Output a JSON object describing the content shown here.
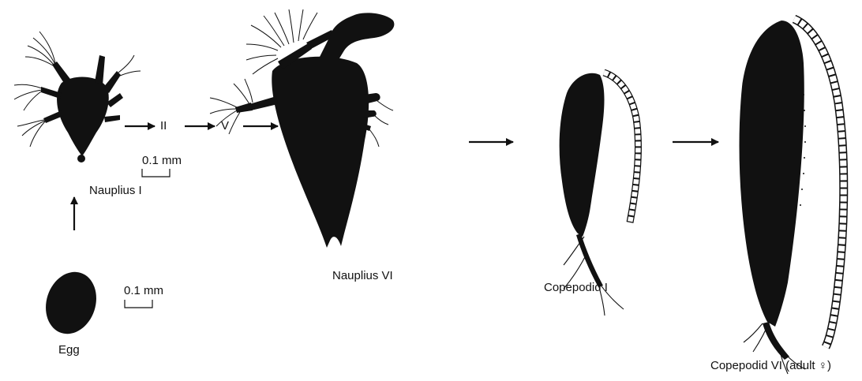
{
  "stage_labels": {
    "egg": "Egg",
    "nauplius_1": "Nauplius I",
    "nauplius_6": "Nauplius VI",
    "copepodid_1": "Copepodid I",
    "copepodid_6": "Copepodid VI (adult ♀)"
  },
  "intermediate_stages": {
    "first": "II",
    "second": "V"
  },
  "scale_bars": {
    "nauplius": "0.1 mm",
    "egg": "0.1 mm"
  }
}
